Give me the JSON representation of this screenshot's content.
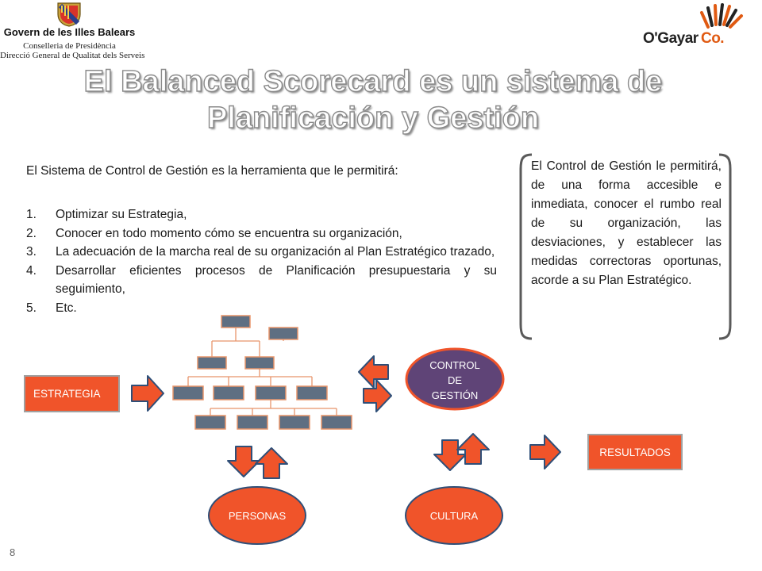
{
  "header": {
    "gov_name": "Govern de les Illes Balears",
    "gov_line1": "Conselleria de Presidència",
    "gov_line2": "Direcció General de Qualitat dels Serveis",
    "brand_main": "O'Gayar",
    "brand_co": "Co."
  },
  "title": {
    "line1": "El Balanced Scorecard es un sistema de",
    "line2": "Planificación y Gestión"
  },
  "intro": "El Sistema de Control de Gestión es la herramienta que le permitirá:",
  "items": [
    {
      "num": "1.",
      "text": "Optimizar su Estrategia,"
    },
    {
      "num": "2.",
      "text": "Conocer en todo momento cómo se encuentra su organización,"
    },
    {
      "num": "3.",
      "text": "La adecuación de la marcha real de su organización al Plan Estratégico trazado,"
    },
    {
      "num": "4.",
      "text": "Desarrollar eficientes procesos de Planificación presupuestaria y su seguimiento,"
    },
    {
      "num": "5.",
      "text": "Etc."
    }
  ],
  "note": "El Control de Gestión le permitirá, de una forma accesible e inmediata, conocer el rumbo real de su organización, las desviaciones, y establecer las medidas correctoras oportunas, acorde a su Plan Estratégico.",
  "diagram": {
    "estrategia": "ESTRATEGIA",
    "control_line1": "CONTROL",
    "control_line2": "DE",
    "control_line3": "GESTIÓN",
    "personas": "PERSONAS",
    "cultura": "CULTURA",
    "resultados": "RESULTADOS"
  },
  "colors": {
    "accent_orange": "#f0542a",
    "control_purple": "#5f4477",
    "org_box": "#5f6f82",
    "org_line": "#e8956b",
    "brand_orange": "#e05a12"
  },
  "icons": {
    "gov": "coat-of-arms-icon",
    "brand": "brand-rays-icon",
    "arrows": "block-arrow-icon"
  },
  "page_number": "8"
}
